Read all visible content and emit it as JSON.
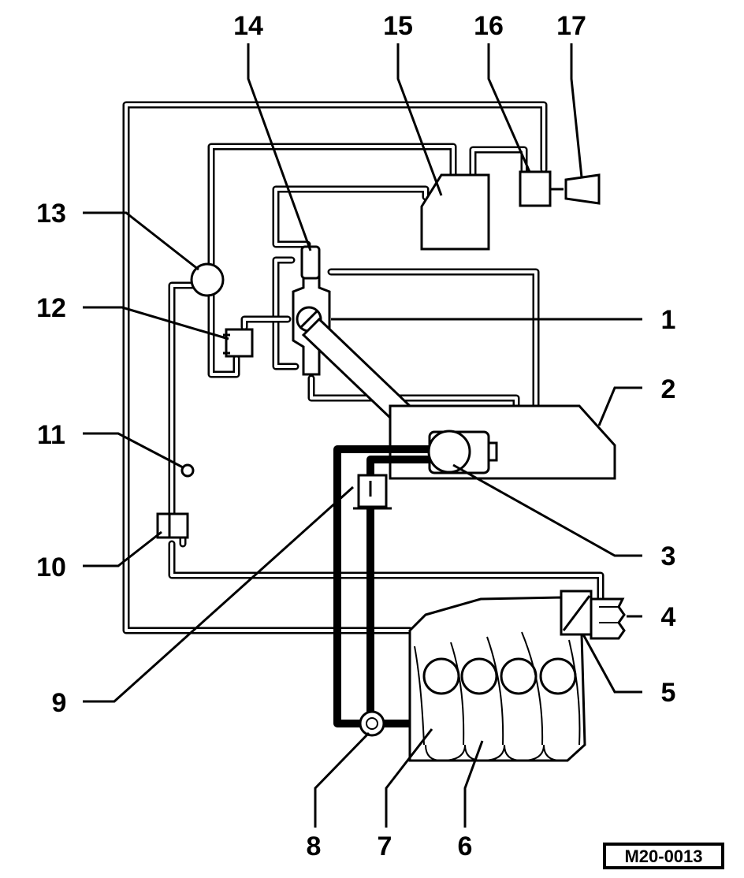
{
  "figure": {
    "code": "M20-0013"
  },
  "callouts": [
    {
      "id": "c1",
      "text": "1"
    },
    {
      "id": "c2",
      "text": "2"
    },
    {
      "id": "c3",
      "text": "3"
    },
    {
      "id": "c4",
      "text": "4"
    },
    {
      "id": "c5",
      "text": "5"
    },
    {
      "id": "c6",
      "text": "6"
    },
    {
      "id": "c7",
      "text": "7"
    },
    {
      "id": "c8",
      "text": "8"
    },
    {
      "id": "c9",
      "text": "9"
    },
    {
      "id": "c10",
      "text": "10"
    },
    {
      "id": "c11",
      "text": "11"
    },
    {
      "id": "c12",
      "text": "12"
    },
    {
      "id": "c13",
      "text": "13"
    },
    {
      "id": "c14",
      "text": "14"
    },
    {
      "id": "c15",
      "text": "15"
    },
    {
      "id": "c16",
      "text": "16"
    },
    {
      "id": "c17",
      "text": "17"
    }
  ]
}
